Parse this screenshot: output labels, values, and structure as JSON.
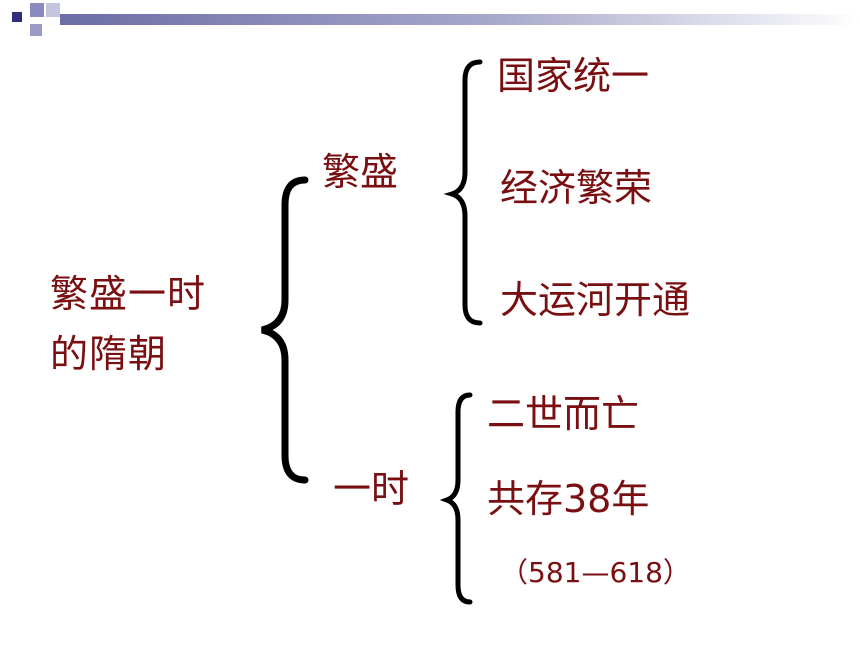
{
  "theme": {
    "text_color": "#7a0f12",
    "bar_color": "#7070a8"
  },
  "root": {
    "line1": "繁盛一时",
    "line2": "的隋朝"
  },
  "branches": [
    {
      "label": "繁盛",
      "items": [
        "国家统一",
        "经济繁荣",
        "大运河开通"
      ]
    },
    {
      "label": "一时",
      "items": [
        "二世而亡",
        "共存38年",
        "（581—618）"
      ]
    }
  ]
}
